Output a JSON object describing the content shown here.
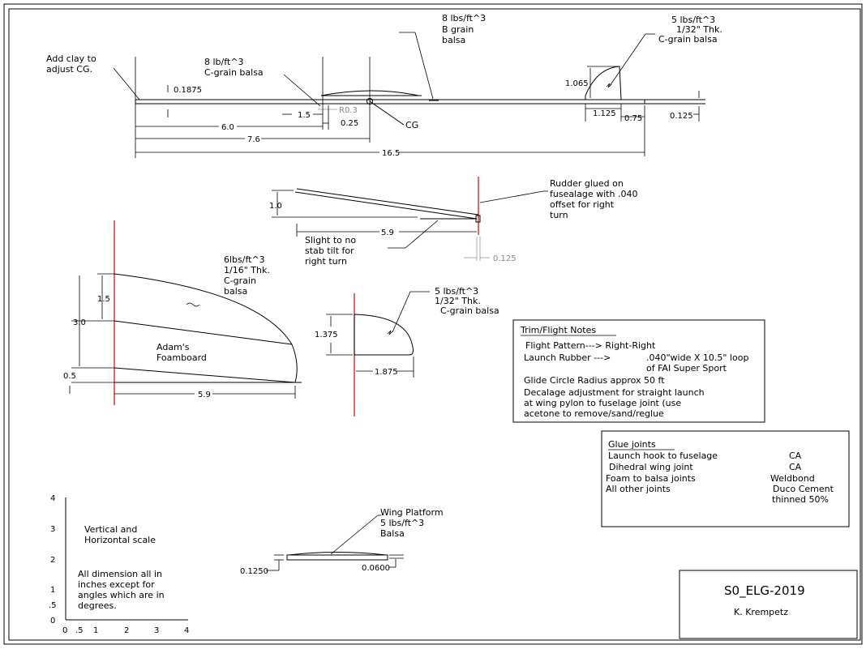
{
  "views": {
    "side": {
      "clay_note": [
        "Add clay to",
        "adjust CG."
      ],
      "fuse_material": [
        "8 lb/ft^3",
        "C-grain balsa"
      ],
      "pylon_material": [
        "8 lbs/ft^3",
        "B grain",
        "balsa"
      ],
      "fin_material": [
        "5 lbs/ft^3",
        "1/32\" Thk.",
        "C-grain balsa"
      ],
      "dims": {
        "d0_1875": "0.1875",
        "r0_3": "R0.3",
        "d1_5": "1.5",
        "d0_25": "0.25",
        "d6_0": "6.0",
        "d7_6": "7.6",
        "d16_5": "16.5",
        "d1_065": "1.065",
        "d1_125": "1.125",
        "d0_75": "0.75",
        "d0_125": "0.125"
      },
      "cg_label": "CG"
    },
    "top": {
      "rudder_note": [
        "Rudder glued on",
        "fusealage with .040",
        "offset for right",
        "turn"
      ],
      "stab_note": [
        "Slight to no",
        "stab tilt  for",
        "right turn"
      ],
      "dims": {
        "d1_0": "1.0",
        "d5_9": "5.9",
        "d0_125": "0.125"
      }
    },
    "wing": {
      "material": [
        "6lbs/ft^3",
        "1/16\" Thk.",
        "C-grain",
        "balsa"
      ],
      "foam_label": [
        "Adam's",
        "Foamboard"
      ],
      "dims": {
        "d1_5": "1.5",
        "d3_0": "3.0",
        "d0_5": "0.5",
        "d5_9": "5.9"
      }
    },
    "stab": {
      "material": [
        "5 lbs/ft^3",
        "1/32\" Thk.",
        "C-grain balsa"
      ],
      "dims": {
        "d1_375": "1.375",
        "d1_875": "1.875"
      }
    },
    "platform": {
      "label": [
        "Wing Platform",
        "5 lbs/ft^3",
        "Balsa"
      ],
      "dims": {
        "d0_1250": "0.1250",
        "d0_0600": "0.0600"
      }
    }
  },
  "trim_notes": {
    "heading": "Trim/Flight Notes",
    "lines": [
      "Flight Pattern---> Right-Right",
      "Launch Rubber --->",
      "Glide Circle Radius approx 50 ft",
      "Decalage adjustment for straight launch",
      "at wing pylon to fuselage joint (use",
      "acetone to remove/sand/reglue"
    ],
    "rubber_spec": [
      ".040\"wide X 10.5\" loop",
      "of FAI Super Sport"
    ]
  },
  "glue_joints": {
    "heading": "Glue joints",
    "rows": [
      {
        "joint": "Launch hook to fuselage",
        "glue": "CA"
      },
      {
        "joint": "Dihedral wing joint",
        "glue": "CA"
      },
      {
        "joint": "Foam to balsa joints",
        "glue": "Weldbond"
      },
      {
        "joint": "All other joints",
        "glue": "Duco Cement"
      }
    ],
    "extra": "thinned 50%"
  },
  "scale": {
    "label": [
      "Vertical and",
      "Horizontal scale"
    ],
    "note": [
      "All dimension all in",
      "inches except for",
      "angles which are in",
      "degrees."
    ],
    "y_ticks": [
      "4",
      "3",
      "2",
      "1",
      ".5",
      "0"
    ],
    "x_ticks": [
      "0",
      ".5",
      "1",
      "2",
      "3",
      "4"
    ]
  },
  "title_block": {
    "drawing_id": "S0_ELG-2019",
    "author": "K. Krempetz"
  }
}
